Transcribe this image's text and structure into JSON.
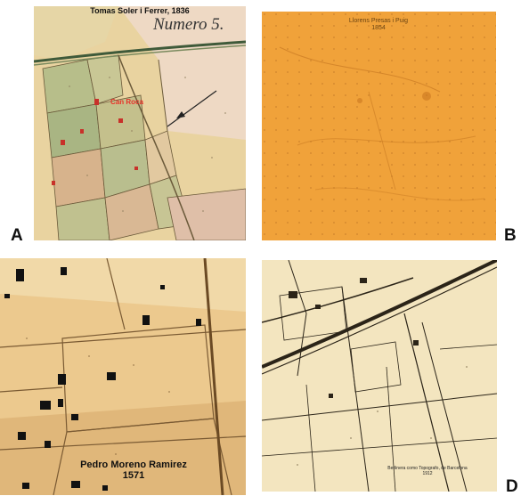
{
  "panels": {
    "a": {
      "letter": "A",
      "caption": "Tomas Soler i Ferrer, 1836",
      "stamp": "Numero 5.",
      "place_label": "Can Roca"
    },
    "b": {
      "letter": "B",
      "caption_line1": "Llorens Presas i Puig",
      "caption_line2": "1854"
    },
    "c": {
      "caption_line1": "Pedro Moreno Ramirez",
      "caption_line2": "1571"
    },
    "d": {
      "letter": "D",
      "caption_line1": "Berlinera como Topografo, de Barcelona",
      "caption_line2": "1912"
    }
  },
  "colors": {
    "map_a_base": "#e9d3a0",
    "map_b_base": "#f0a23a",
    "map_c_base": "#ecc98e",
    "map_d_base": "#f3e5bf",
    "red_label": "#e8332a"
  }
}
